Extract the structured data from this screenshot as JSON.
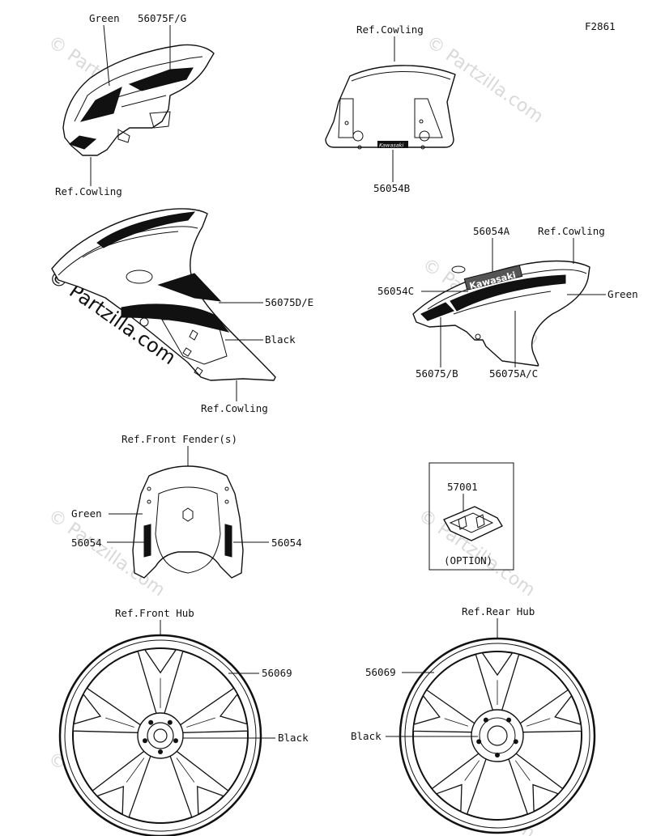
{
  "figure_code": "F2861",
  "watermark": "© Partzilla.com",
  "labels": {
    "green_top": "Green",
    "part_56075FG": "56075F/G",
    "ref_cowling_1": "Ref.Cowling",
    "ref_cowling_2": "Ref.Cowling",
    "part_56054B": "56054B",
    "part_56075DE": "56075D/E",
    "black_1": "Black",
    "ref_cowling_3": "Ref.Cowling",
    "part_56054A": "56054A",
    "ref_cowling_4": "Ref.Cowling",
    "part_56054C": "56054C",
    "green_right": "Green",
    "part_56075B": "56075/B",
    "part_56075AC": "56075A/C",
    "ref_front_fender": "Ref.Front Fender(s)",
    "green_fender": "Green",
    "part_56054_left": "56054",
    "part_56054_right": "56054",
    "part_57001": "57001",
    "option": "(OPTION)",
    "ref_front_hub": "Ref.Front Hub",
    "part_56069_front": "56069",
    "black_front": "Black",
    "ref_rear_hub": "Ref.Rear Hub",
    "part_56069_rear": "56069",
    "black_rear": "Black"
  },
  "decals": {
    "windscreen_logo": "Kawasaki",
    "cowl_logo": "Kawasaki"
  }
}
